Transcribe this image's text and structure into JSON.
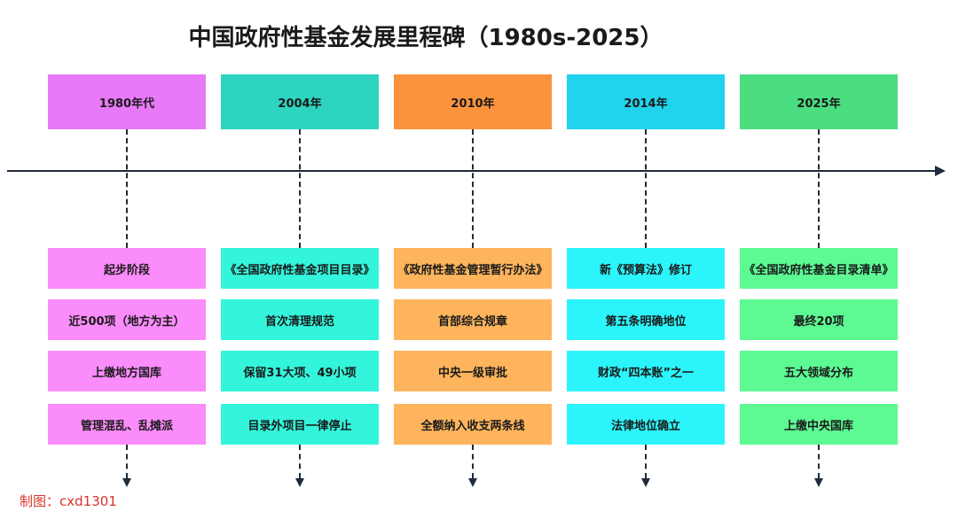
{
  "title": "中国政府性基金发展里程碑（1980s-2025）",
  "credit": "制图：cxd1301",
  "milestones": [
    {
      "year": "1980年代",
      "header_color": "#e879f9",
      "cell_color": "#fb8cfb",
      "items": [
        "起步阶段",
        "近500项（地方为主）",
        "上缴地方国库",
        "管理混乱、乱摊派"
      ]
    },
    {
      "year": "2004年",
      "header_color": "#2dd4bf",
      "cell_color": "#33f5dc",
      "items": [
        "《全国政府性基金项目目录》",
        "首次清理规范",
        "保留31大项、49小项",
        "目录外项目一律停止"
      ]
    },
    {
      "year": "2010年",
      "header_color": "#fb923c",
      "cell_color": "#fdb45c",
      "items": [
        "《政府性基金管理暂行办法》",
        "首部综合规章",
        "中央一级审批",
        "全额纳入收支两条线"
      ]
    },
    {
      "year": "2014年",
      "header_color": "#22d3ee",
      "cell_color": "#2bf5fb",
      "items": [
        "新《预算法》修订",
        "第五条明确地位",
        "财政“四本账”之一",
        "法律地位确立"
      ]
    },
    {
      "year": "2025年",
      "header_color": "#4ade80",
      "cell_color": "#5dfa93",
      "items": [
        "《全国政府性基金目录清单》",
        "最终20项",
        "五大领域分布",
        "上缴中央国库"
      ]
    }
  ]
}
